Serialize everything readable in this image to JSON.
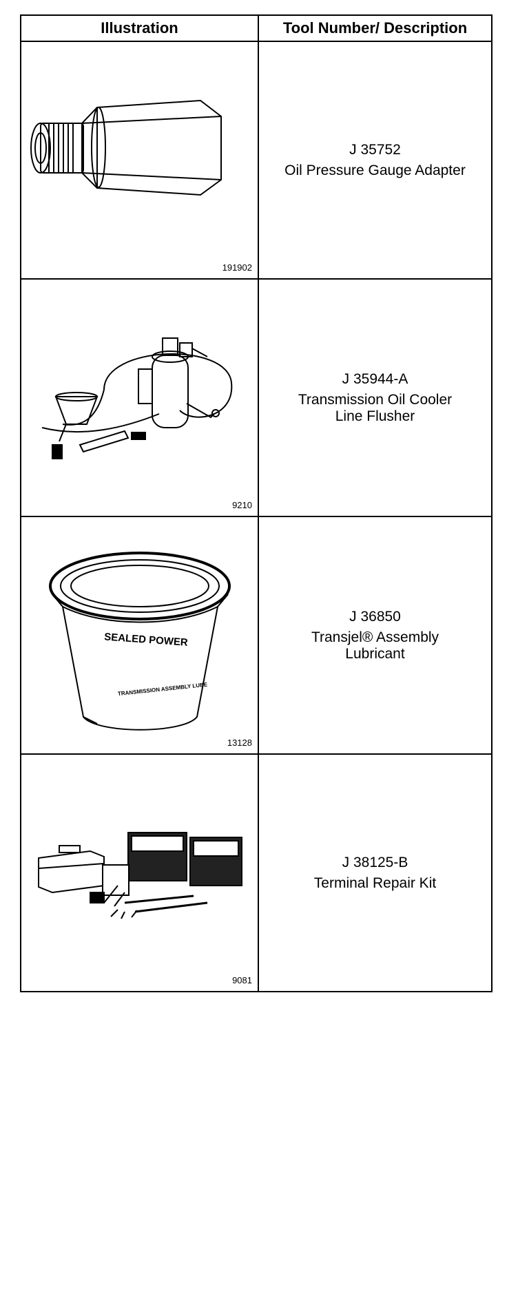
{
  "table": {
    "headers": {
      "illustration": "Illustration",
      "description": "Tool Number/ Description"
    },
    "rows": [
      {
        "figure": "191902",
        "tool_number": "J 35752",
        "line1": "Oil Pressure Gauge Adapter",
        "line2": "",
        "illustration": "oil-pressure-gauge-adapter"
      },
      {
        "figure": "9210",
        "tool_number": "J 35944-A",
        "line1": "Transmission Oil Cooler",
        "line2": "Line Flusher",
        "illustration": "transmission-oil-cooler-line-flusher"
      },
      {
        "figure": "13128",
        "tool_number": "J 36850",
        "line1": "Transjel® Assembly",
        "line2": "Lubricant",
        "illustration": "transjel-lubricant-tub"
      },
      {
        "figure": "9081",
        "tool_number": "J 38125-B",
        "line1": "Terminal Repair Kit",
        "line2": "",
        "illustration": "terminal-repair-kit"
      }
    ]
  },
  "illustration_text": {
    "tub_label": "SEALED POWER",
    "tub_body": "TRANSMISSION ASSEMBLY LUBE"
  }
}
